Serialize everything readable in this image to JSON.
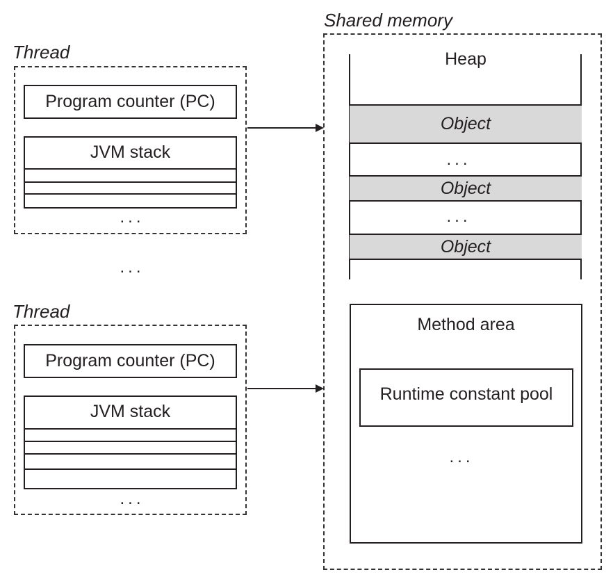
{
  "threads": [
    {
      "label": "Thread",
      "pc_label": "Program counter (PC)",
      "stack_label": "JVM stack",
      "stack_more": "..."
    },
    {
      "label": "Thread",
      "pc_label": "Program counter (PC)",
      "stack_label": "JVM stack",
      "stack_more": "..."
    }
  ],
  "threads_ellipsis": "...",
  "shared_memory": {
    "label": "Shared memory",
    "heap": {
      "label": "Heap",
      "rows": [
        "Object",
        "...",
        "Object",
        "...",
        "Object"
      ]
    },
    "method_area": {
      "label": "Method area",
      "pool_label": "Runtime constant pool",
      "more": "..."
    }
  }
}
